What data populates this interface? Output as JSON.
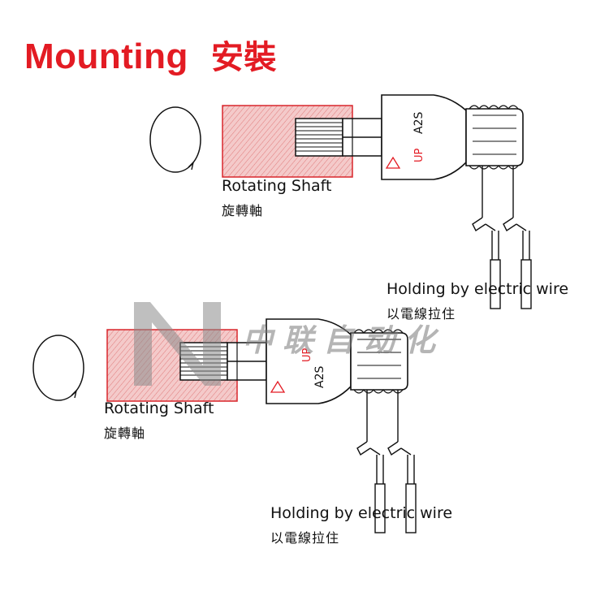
{
  "title": {
    "en": "Mounting",
    "zh": "安裝"
  },
  "product_label": "A2S",
  "up_mark": "UP",
  "upper_diagram": {
    "shaft_label": "Rotating Shaft",
    "shaft_label_zh": "旋轉軸",
    "wire_label": "Holding by electric wire",
    "wire_label_zh": "以電線拉住"
  },
  "lower_diagram": {
    "shaft_label": "Rotating Shaft",
    "shaft_label_zh": "旋轉軸",
    "wire_label": "Holding by electric wire",
    "wire_label_zh": "以電線拉住"
  },
  "watermark": {
    "text": "中联自动化"
  },
  "colors": {
    "accent": "#e31b23",
    "shaft_fill": "#f2c4c4",
    "shaft_border": "#d9262c",
    "line": "#111111",
    "watermark": "#8a8a8a"
  }
}
